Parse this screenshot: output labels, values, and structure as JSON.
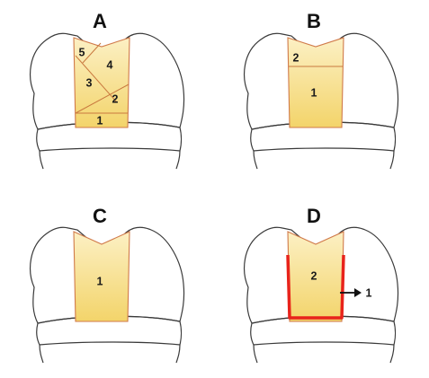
{
  "panels": {
    "a": {
      "letter": "A",
      "increments": [
        "1",
        "2",
        "3",
        "4",
        "5"
      ]
    },
    "b": {
      "letter": "B",
      "increments": [
        "1",
        "2"
      ]
    },
    "c": {
      "letter": "C",
      "increments": [
        "1"
      ]
    },
    "d": {
      "letter": "D",
      "increments": [
        "2"
      ],
      "arrow_label": "1"
    }
  },
  "colors": {
    "restoration_light": "#fbeec0",
    "restoration_dark": "#f3d66e",
    "restoration_border": "#d07a4a",
    "liner_red": "#e8231b"
  }
}
